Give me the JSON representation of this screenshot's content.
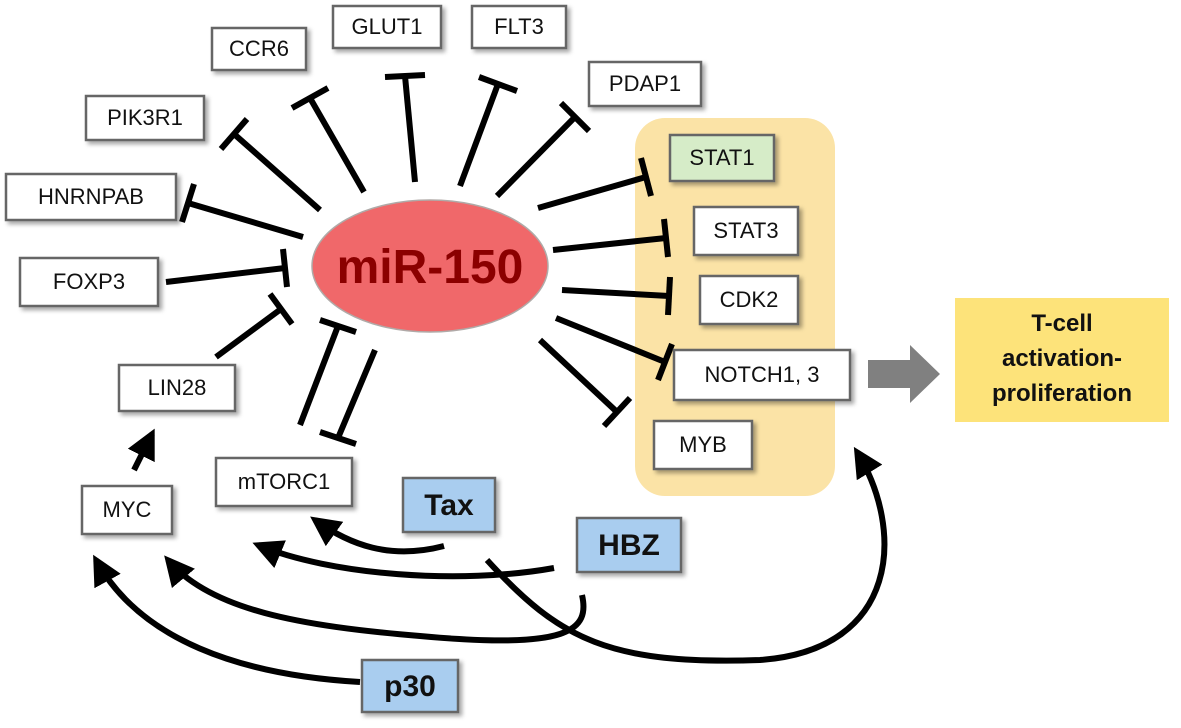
{
  "center": {
    "label": "miR-150"
  },
  "targets": {
    "ccr6": "CCR6",
    "glut1": "GLUT1",
    "flt3": "FLT3",
    "pdap1": "PDAP1",
    "pik3r1": "PIK3R1",
    "hnrnpab": "HNRNPAB",
    "foxp3": "FOXP3",
    "stat1": "STAT1",
    "stat3": "STAT3",
    "cdk2": "CDK2",
    "notch": "NOTCH1, 3",
    "myb": "MYB"
  },
  "regulators": {
    "lin28": "LIN28",
    "myc": "MYC",
    "mtorc1": "mTORC1"
  },
  "viral": {
    "tax": "Tax",
    "hbz": "HBZ",
    "p30": "p30"
  },
  "outcome": {
    "line1": "T-cell",
    "line2": "activation-",
    "line3": "proliferation"
  },
  "colors": {
    "ellipse_fill": "#f0686a",
    "ellipse_text": "#8b0000",
    "highlight_panel": "#fbe3a6",
    "stat1_fill": "#d6ecc8",
    "viral_fill": "#a9cdef",
    "outcome_fill": "#fde37a",
    "big_arrow": "#808080"
  }
}
